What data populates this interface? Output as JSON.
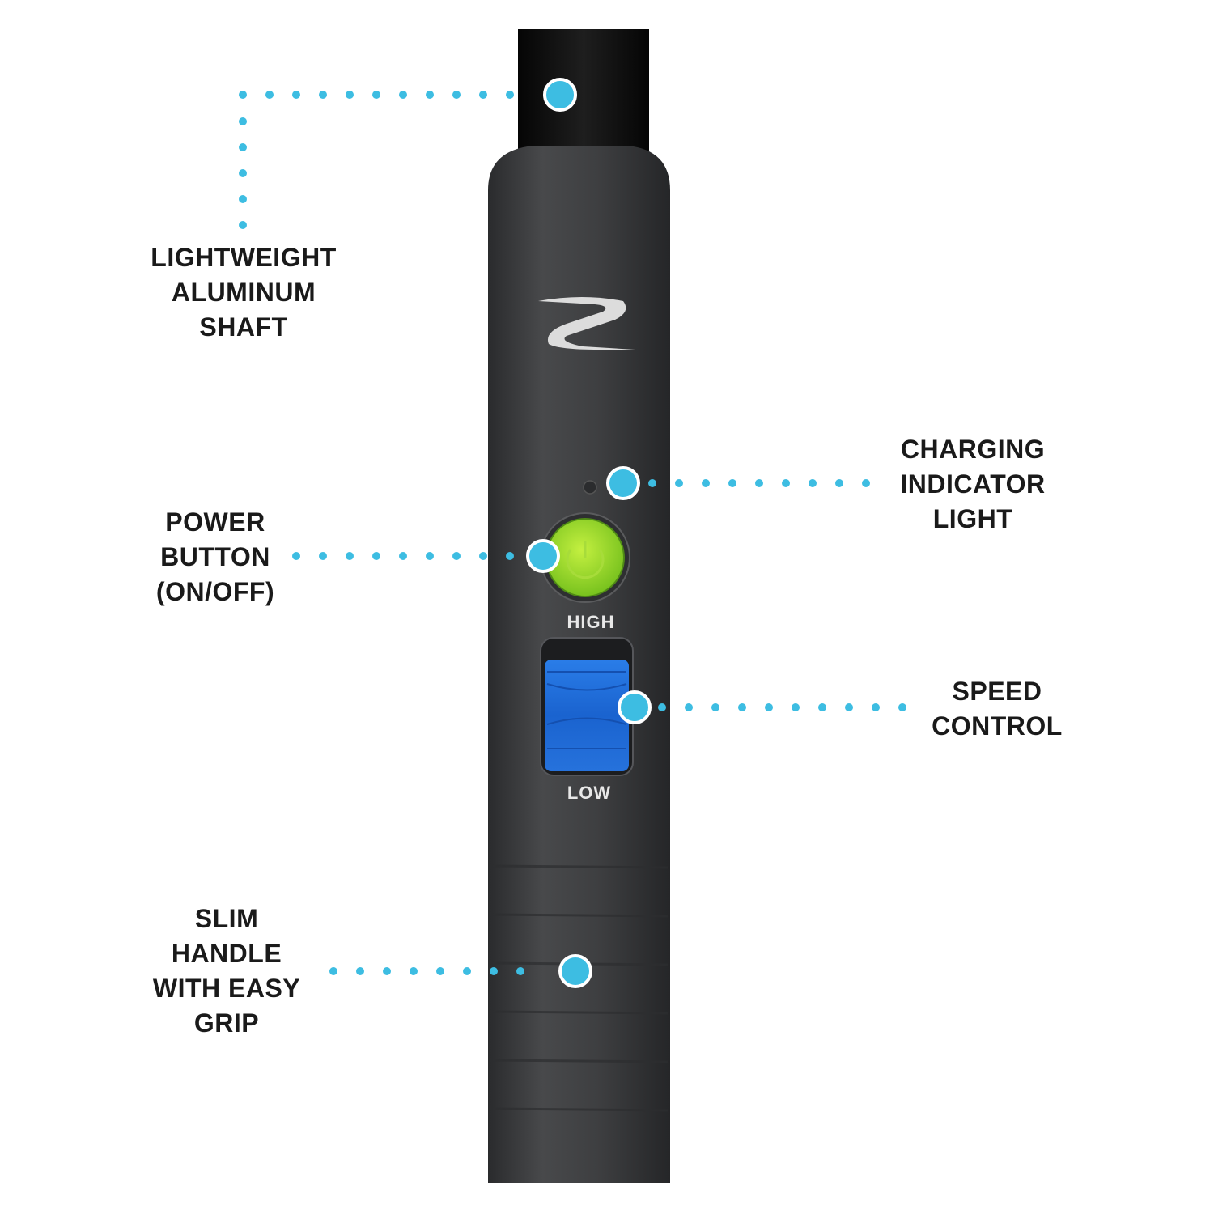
{
  "callouts": {
    "shaft": {
      "lines": [
        "LIGHTWEIGHT",
        "ALUMINUM",
        "SHAFT"
      ]
    },
    "charging": {
      "lines": [
        "CHARGING",
        "INDICATOR",
        "LIGHT"
      ]
    },
    "power": {
      "lines": [
        "POWER",
        "BUTTON",
        "(ON/OFF)"
      ]
    },
    "speed": {
      "lines": [
        "SPEED",
        "CONTROL"
      ]
    },
    "grip": {
      "lines": [
        "SLIM",
        "HANDLE",
        "WITH EASY",
        "GRIP"
      ]
    }
  },
  "device": {
    "high_label": "HIGH",
    "low_label": "LOW"
  },
  "colors": {
    "callout_dot": "#3dbde2",
    "handle": "#3a3b3d",
    "power_button": "#8fd62a",
    "slider": "#1f6fd8"
  }
}
